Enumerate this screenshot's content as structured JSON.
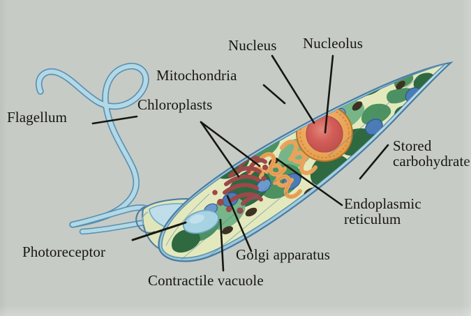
{
  "figure": {
    "subject": "Euglena cell — labelled diagram",
    "background_color": "#c6cbc6",
    "labels": [
      {
        "id": "flagellum",
        "text": "Flagellum"
      },
      {
        "id": "chloroplasts",
        "text": "Chloroplasts"
      },
      {
        "id": "mitochondria",
        "text": "Mitochondria"
      },
      {
        "id": "nucleus",
        "text": "Nucleus"
      },
      {
        "id": "nucleolus",
        "text": "Nucleolus"
      },
      {
        "id": "stored_carbohydrate",
        "text": "Stored\ncarbohydrate"
      },
      {
        "id": "endoplasmic_reticulum",
        "text": "Endoplasmic\nreticulum"
      },
      {
        "id": "golgi_apparatus",
        "text": "Golgi apparatus"
      },
      {
        "id": "contractile_vacuole",
        "text": "Contractile vacuole"
      },
      {
        "id": "photoreceptor",
        "text": "Photoreceptor"
      }
    ],
    "colors": {
      "background": "#c6cbc6",
      "cytoplasm": "#e4e9bd",
      "pellicle": "#a9d3e2",
      "pellicle_outline": "#4b7fa5",
      "chloroplast_dark": "#2f6b42",
      "chloroplast_mid": "#4e9462",
      "chloroplast_light": "#79b98b",
      "mitochondrion": "#4d7ebb",
      "nucleus_envelope": "#efa751",
      "nucleolus": "#d4584f",
      "golgi": "#a04a4a",
      "endoplasmic_reticulum": "#eda65c",
      "stored_carbohydrate": "#3f3323",
      "photoreceptor": "#e08a3c",
      "contractile_vacuole": "#aad7e6",
      "leader_line": "#17160f",
      "label_text": "#17160f"
    }
  }
}
